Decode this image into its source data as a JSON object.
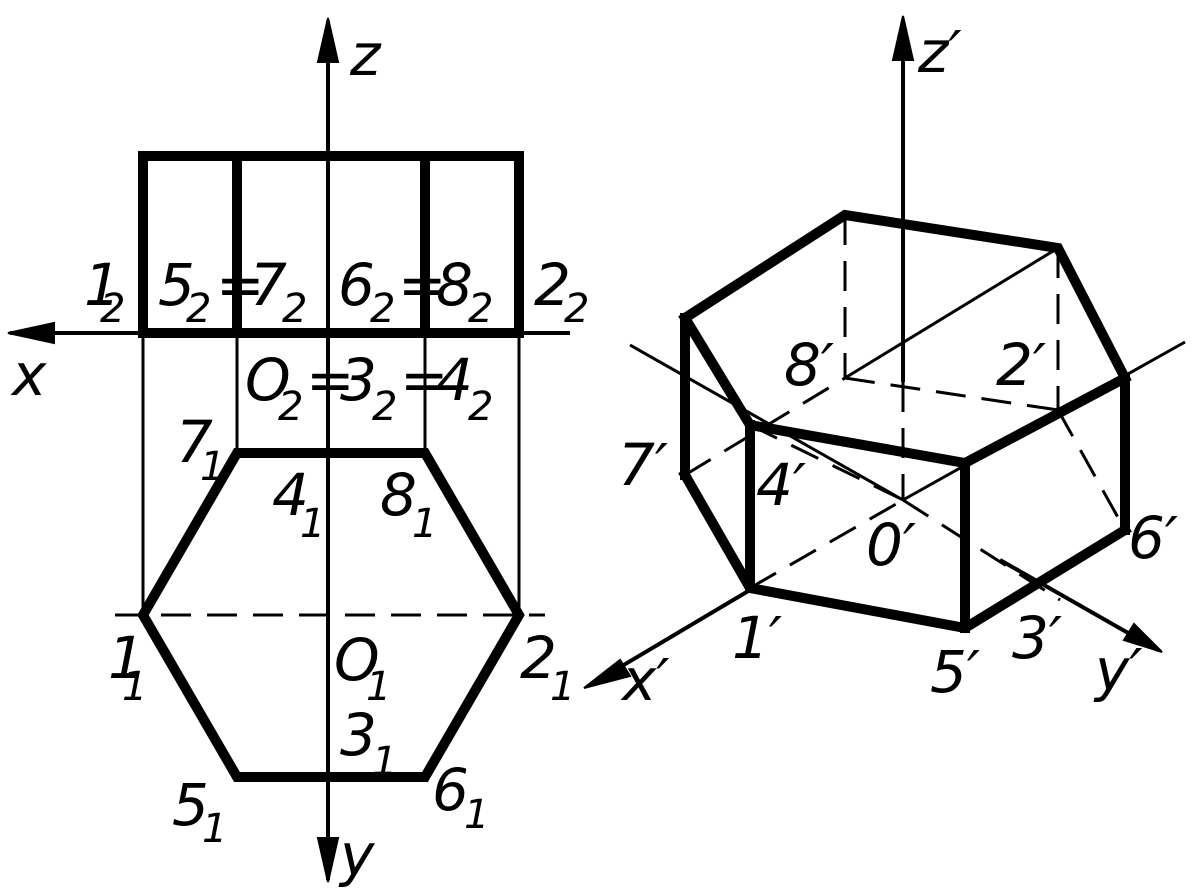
{
  "left_view": {
    "axis_labels": {
      "z": "z",
      "x": "x",
      "y": "y"
    },
    "labels": {
      "p1_2": {
        "main": "1",
        "sub": "2"
      },
      "p5_2": {
        "main": "5",
        "sub": "2"
      },
      "eq57": "=",
      "p7_2": {
        "main": "7",
        "sub": "2"
      },
      "p6_2": {
        "main": "6",
        "sub": "2"
      },
      "eq68": "=",
      "p8_2": {
        "main": "8",
        "sub": "2"
      },
      "p2_2": {
        "main": "2",
        "sub": "2"
      },
      "pO_2": {
        "main": "O",
        "sub": "2"
      },
      "eqO3": "=",
      "p3_2": {
        "main": "3",
        "sub": "2"
      },
      "eq34": "=",
      "p4_2": {
        "main": "4",
        "sub": "2"
      },
      "p7_1": {
        "main": "7",
        "sub": "1"
      },
      "p4_1": {
        "main": "4",
        "sub": "1"
      },
      "p8_1": {
        "main": "8",
        "sub": "1"
      },
      "p1_1": {
        "main": "1",
        "sub": "1"
      },
      "pO_1": {
        "main": "O",
        "sub": "1"
      },
      "p2_1": {
        "main": "2",
        "sub": "1"
      },
      "p3_1": {
        "main": "3",
        "sub": "1"
      },
      "p5_1": {
        "main": "5",
        "sub": "1"
      },
      "p6_1": {
        "main": "6",
        "sub": "1"
      }
    }
  },
  "right_view": {
    "axis_labels": {
      "z": "z′",
      "x": "x′",
      "y": "y′"
    },
    "labels": {
      "p8": "8′",
      "p2": "2′",
      "p7": "7′",
      "p4": "4′",
      "p0": "0′",
      "p6": "6′",
      "p1": "1′",
      "p5": "5′",
      "p3": "3′"
    }
  }
}
